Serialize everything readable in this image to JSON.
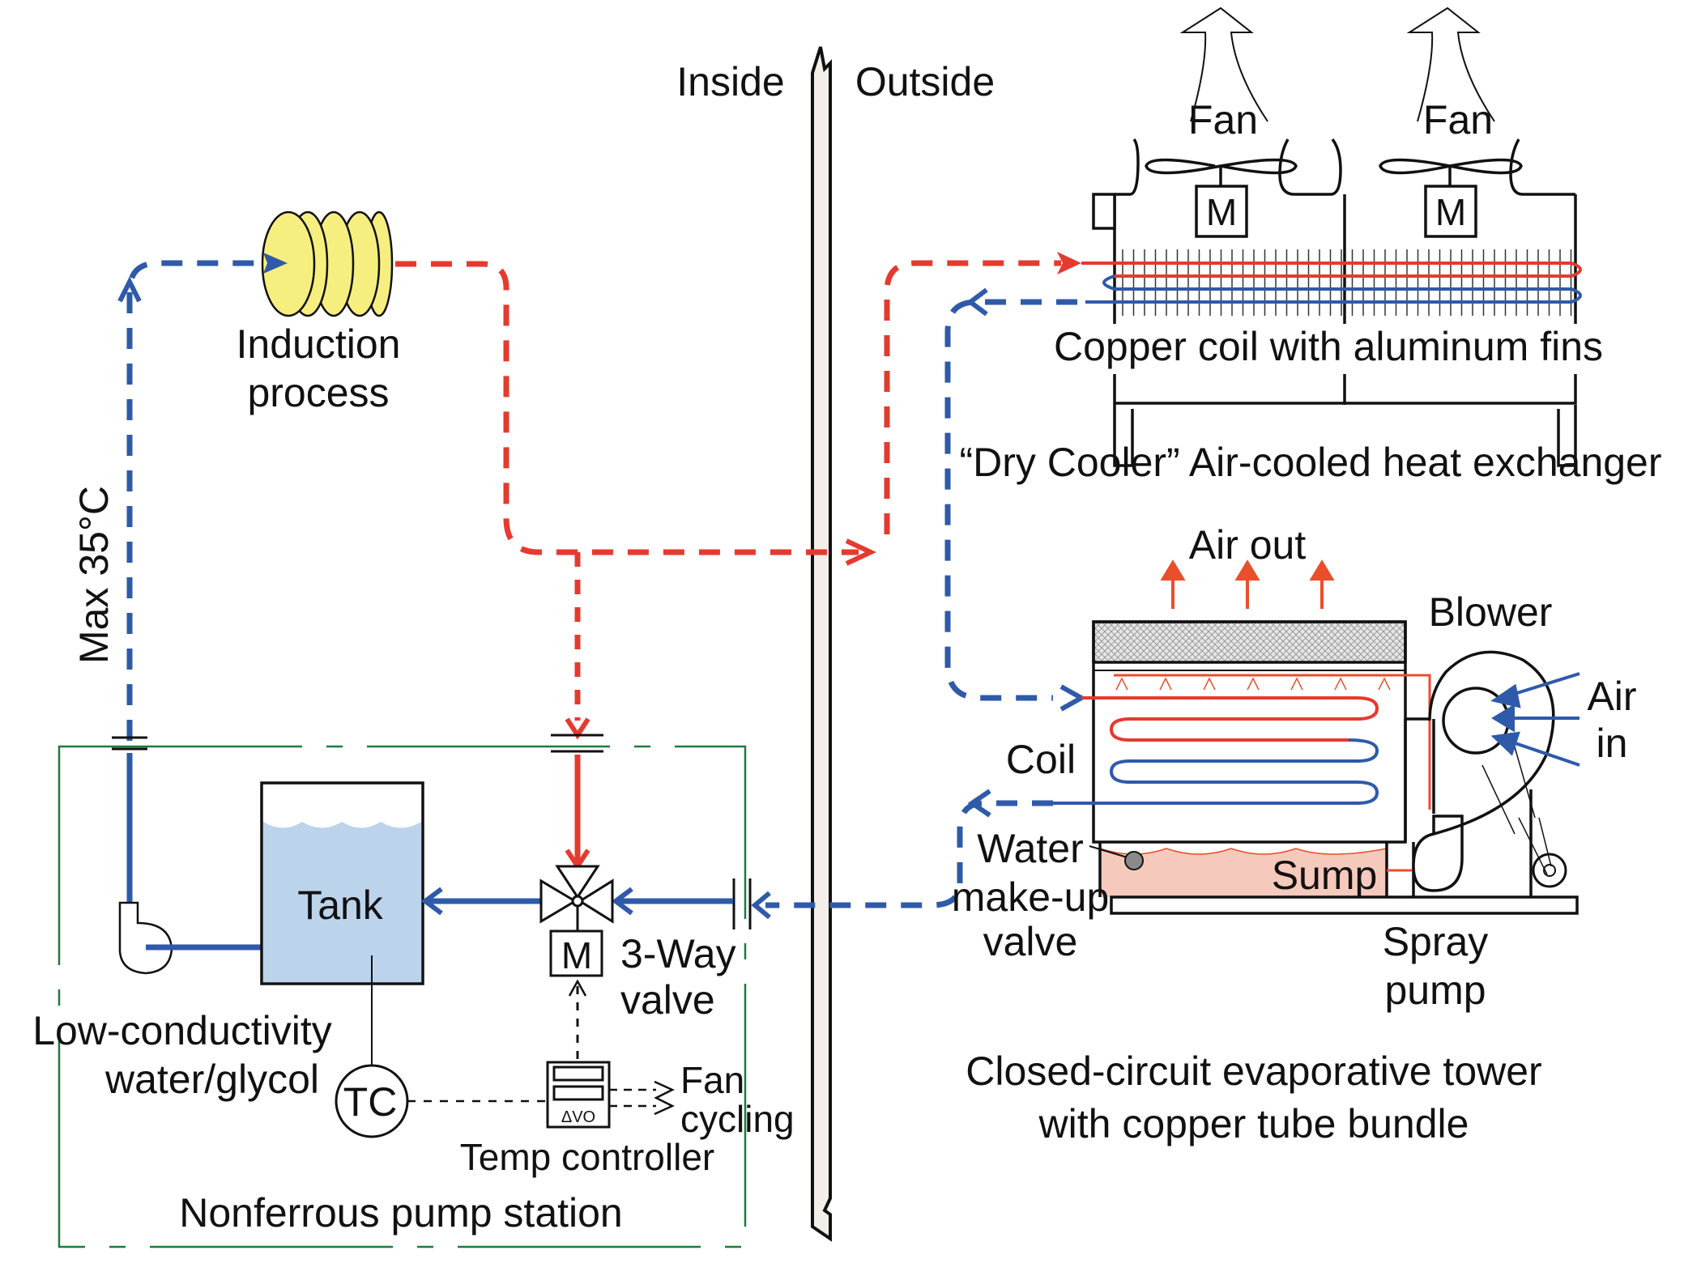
{
  "colors": {
    "hot_line": "#e53a2f",
    "cold_line": "#2f5aaa",
    "coil_yellow": "#f6ef7f",
    "tank_water": "#bcd3ec",
    "sump_water": "#f6c9bd",
    "station_border": "#1f7a3f",
    "wall_fill": "#f1efe8",
    "air_out_arrow": "#ea4e2a"
  },
  "labels": {
    "inside": "Inside",
    "outside": "Outside",
    "induction_line1": "Induction",
    "induction_line2": "process",
    "max_temp": "Max 35°C",
    "fan_left": "Fan",
    "fan_right": "Fan",
    "motor": "M",
    "copper_coil": "Copper coil with aluminum fins",
    "dry_cooler": "“Dry Cooler” Air-cooled heat exchanger",
    "air_out": "Air out",
    "blower": "Blower",
    "air_in_line1": "Air",
    "air_in_line2": "in",
    "coil": "Coil",
    "water_makeup_line1": "Water",
    "water_makeup_line2": "make-up",
    "water_makeup_line3": "valve",
    "sump": "Sump",
    "spray_pump_line1": "Spray",
    "spray_pump_line2": "pump",
    "tower_line1": "Closed-circuit evaporative tower",
    "tower_line2": "with copper tube bundle",
    "tank": "Tank",
    "valve_motor": "M",
    "three_way_line1": "3-Way",
    "three_way_line2": "valve",
    "low_cond_line1": "Low-conductivity",
    "low_cond_line2": "water/glycol",
    "tc": "TC",
    "fan_cycling_line1": "Fan",
    "fan_cycling_line2": "cycling",
    "temp_controller": "Temp controller",
    "controller_symbols": "ΔVO",
    "pump_station": "Nonferrous pump station"
  }
}
